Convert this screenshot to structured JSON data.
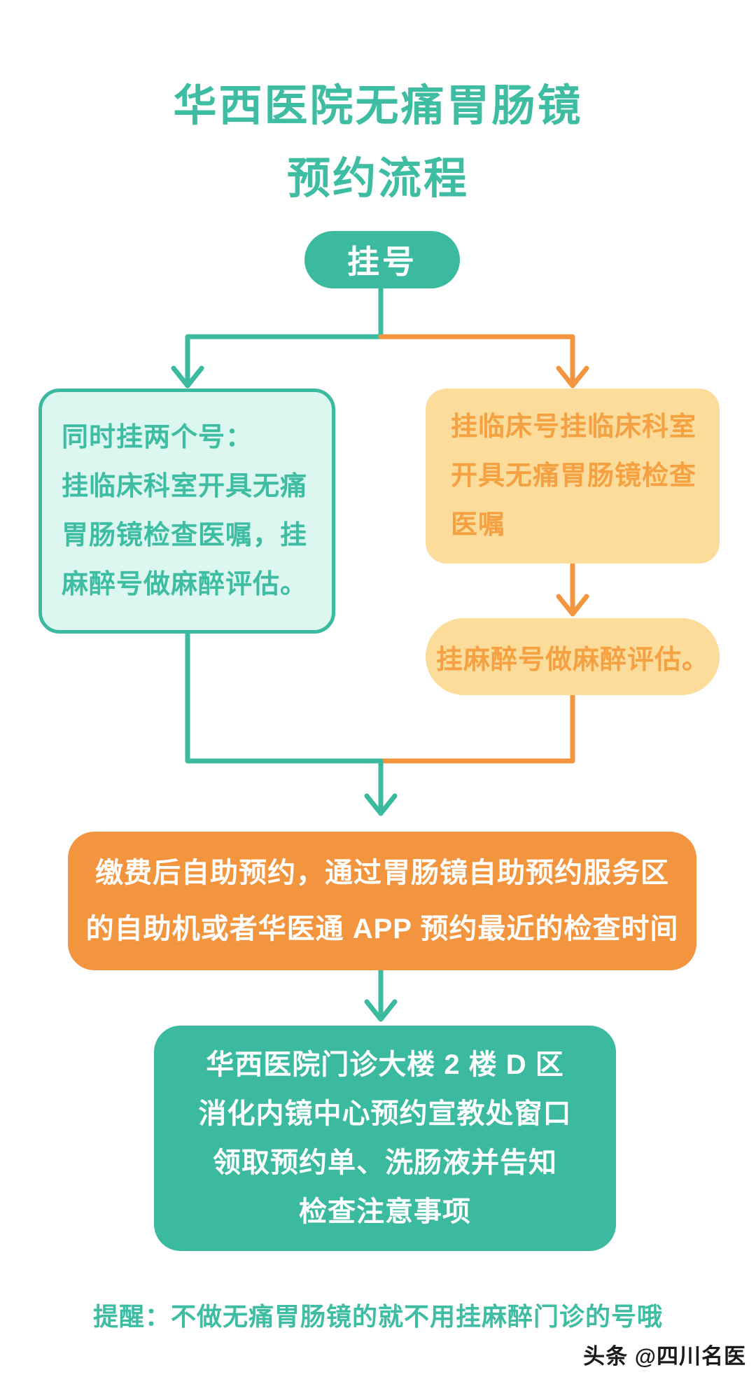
{
  "colors": {
    "teal": "#3bbaa0",
    "teal-text": "#3ebda2",
    "mint-fill": "#dbf7f0",
    "orange": "#f3953f",
    "orange-text": "#f5a142",
    "yellow-fill": "#fbdc9b",
    "watermark-color": "#1a1a1a",
    "page-bg": "#ffffff"
  },
  "title": {
    "line1": "华西医院无痛胃肠镜",
    "line2": "预约流程"
  },
  "flow": {
    "register": {
      "label": "挂号"
    },
    "both_option": {
      "lines": [
        "同时挂两个号：",
        "挂临床科室开具无痛",
        "胃肠镜检查医嘱，挂",
        "麻醉号做麻醉评估。"
      ]
    },
    "clinical": {
      "lines": [
        "挂临床号挂临床科室",
        "开具无痛胃肠镜检查",
        "医嘱"
      ]
    },
    "anesthesia": {
      "label": "挂麻醉号做麻醉评估。"
    },
    "payment": {
      "lines": [
        "缴费后自助预约，通过胃肠镜自助预约服务区",
        "的自助机或者华医通 APP 预约最近的检查时间"
      ]
    },
    "pickup": {
      "lines": [
        "华西医院门诊大楼 2 楼 D 区",
        "消化内镜中心预约宣教处窗口",
        "领取预约单、洗肠液并告知",
        "检查注意事项"
      ]
    }
  },
  "footer": {
    "reminder": "提醒：不做无痛胃肠镜的就不用挂麻醉门诊的号哦",
    "watermark": "头条 @四川名医"
  }
}
